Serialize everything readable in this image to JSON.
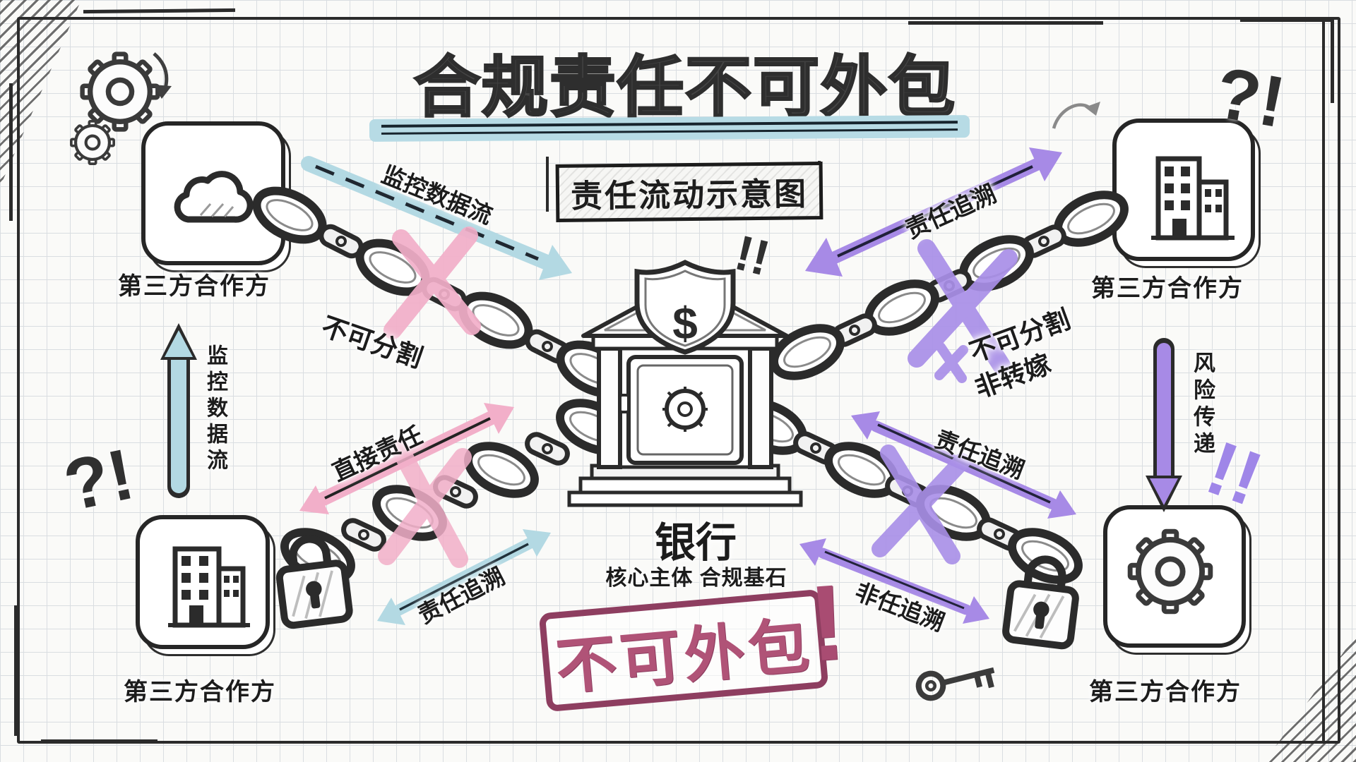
{
  "title": "合规责任不可外包",
  "subtitle": "责任流动示意图",
  "bank": {
    "name": "银行",
    "subtitle": "核心主体 合规基石",
    "shield_symbol": "$"
  },
  "partners": {
    "top_left": "第三方合作方",
    "top_right": "第三方合作方",
    "bottom_left": "第三方合作方",
    "bottom_right": "第三方合作方"
  },
  "flows": {
    "monitor_data_tl": "监控数据流",
    "monitor_data_left": "监控数据流",
    "trace_tr": "责任追溯",
    "risk_right": "风险传递",
    "direct_bl": "直接责任",
    "trace_bl": "责任追溯",
    "trace_br_upper": "责任追溯",
    "trace_br_lower": "非任追溯"
  },
  "annotations": {
    "tl": "不可分割",
    "tr_line1": "不可分割",
    "tr_line2": "非转嫁"
  },
  "stamp": {
    "text": "不可外包",
    "mark": "!"
  },
  "decorations": {
    "tr": "?!",
    "bl": "?!",
    "bank": "!!",
    "br": "!!"
  },
  "colors": {
    "teal": "#b3d9e3",
    "purple": "#a78ae6",
    "pink": "#f2afc9",
    "stamp": "#8e3e60",
    "ink": "#2b2b2b"
  }
}
